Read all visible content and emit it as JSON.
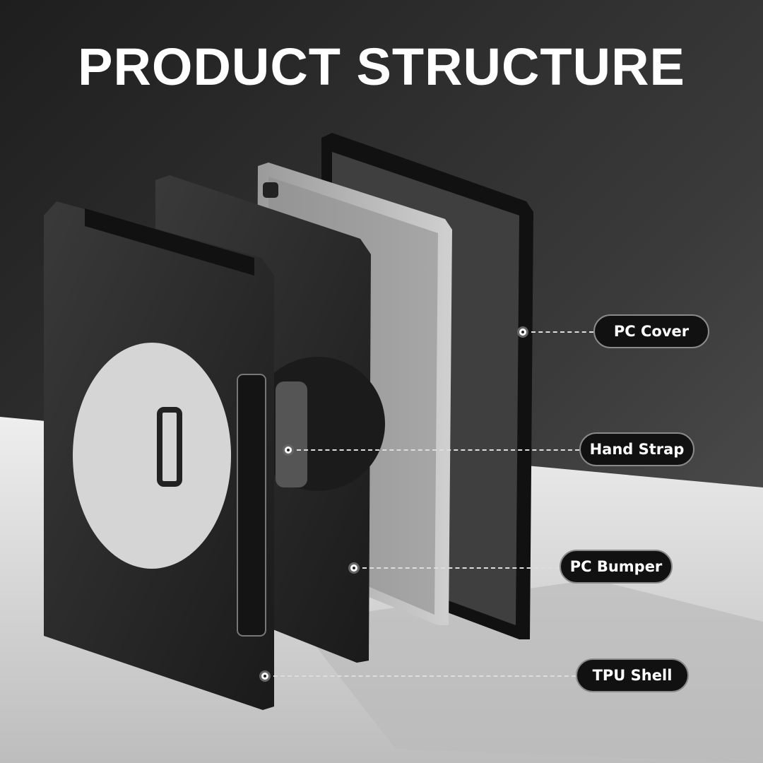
{
  "title": "PRODUCT STRUCTURE",
  "labels": {
    "pc_cover": "PC Cover",
    "hand_strap": "Hand Strap",
    "pc_bumper": "PC Bumper",
    "tpu_shell": "TPU Shell"
  },
  "colors": {
    "wall": "#2e2e2e",
    "floor": "#d8d8d8",
    "pill": "#111111",
    "text": "#ffffff"
  }
}
